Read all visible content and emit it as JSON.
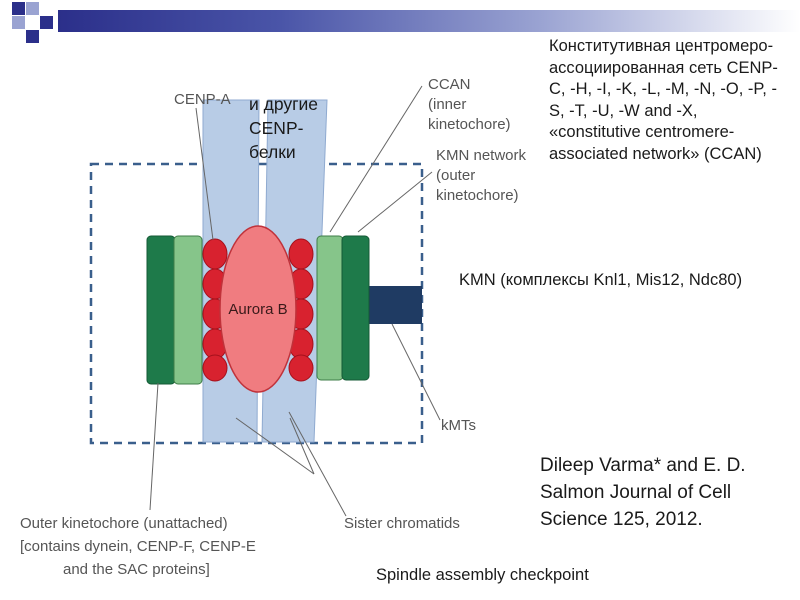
{
  "colors": {
    "title_bar_dark": "#2b2f8a",
    "chromatid": "#b8cce6",
    "cenp_a": "#d8222f",
    "aurora_b": "#f07c80",
    "inner_kinetochore": "#86c58a",
    "outer_kinetochore": "#1e7a4a",
    "kmt": "#1f3b63",
    "dashed_box": "#3a5f8c"
  },
  "labels": {
    "cenp_a": "CENP-A",
    "ccan": [
      "CCAN",
      "(inner",
      "kinetochore)"
    ],
    "kmn": [
      "KMN network",
      "(outer",
      "kinetochore)"
    ],
    "aurora_b": "Aurora B",
    "kmts": "kMTs",
    "sister": "Sister chromatids",
    "outer": [
      "Outer kinetochore (unattached)",
      "[contains dynein, CENP-F, CENP-E",
      "and the SAC proteins]"
    ]
  },
  "russian": {
    "other_cenp": "и другие CENP-белки",
    "ccan_desc": "Конститутивная центромеро-ассоциированная сеть CENP-C, -H, -I, -K, -L, -M, -N, -O, -P, -S, -T, -U, -W and -X, «constitutive centromere-associated network» (CCAN)",
    "kmn_desc": "KMN (комплексы Knl1, Mis12, Ndc80)"
  },
  "citation": "Dileep Varma* and E. D. Salmon Journal of Cell Science 125, 2012.",
  "footer": "Spindle assembly checkpoint"
}
